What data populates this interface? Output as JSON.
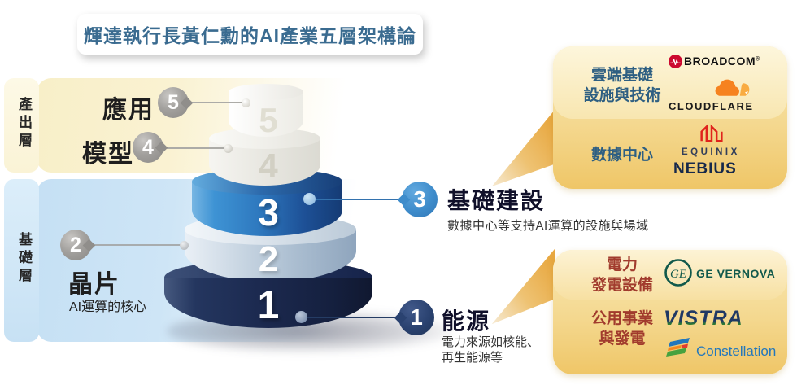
{
  "title": "輝達執行長黃仁勳的AI產業五層架構論",
  "bands": {
    "output": "產出層",
    "base": "基礎層"
  },
  "layers": [
    {
      "num": "1",
      "label": "能源",
      "desc": "電力來源如核能、再生能源等"
    },
    {
      "num": "2",
      "label": "晶片",
      "desc": "AI運算的核心"
    },
    {
      "num": "3",
      "label": "基礎建設",
      "desc": "數據中心等支持AI運算的設施與場域"
    },
    {
      "num": "4",
      "label": "模型"
    },
    {
      "num": "5",
      "label": "應用"
    }
  ],
  "panels": {
    "infrastructure": {
      "cloud_label": "雲端基礎\n設施與技術",
      "datacenter_label": "數據中心",
      "logos": {
        "broadcom": "BROADCOM",
        "broadcom_mark": "®",
        "cloudflare": "CLOUDFLARE",
        "equinix": "EQUINIX",
        "nebius": "NEBIUS"
      }
    },
    "energy": {
      "power_label": "電力\n發電設備",
      "utility_label": "公用事業\n與發電",
      "logos": {
        "ge_monogram": "GE",
        "ge_vernova": "GE VERNOVA",
        "vistra": "VISTRA",
        "constellation": "Constellation"
      }
    }
  },
  "colors": {
    "title_blue": "#3A6B90",
    "panel_label_blue": "#2E5F82",
    "panel_label_red": "#A13B2D",
    "layer3_blue": "#2E78BE",
    "layer1_navy": "#1C2A50",
    "panel_gold": "#EFC667",
    "balloon_gray": "#A3A19E"
  }
}
